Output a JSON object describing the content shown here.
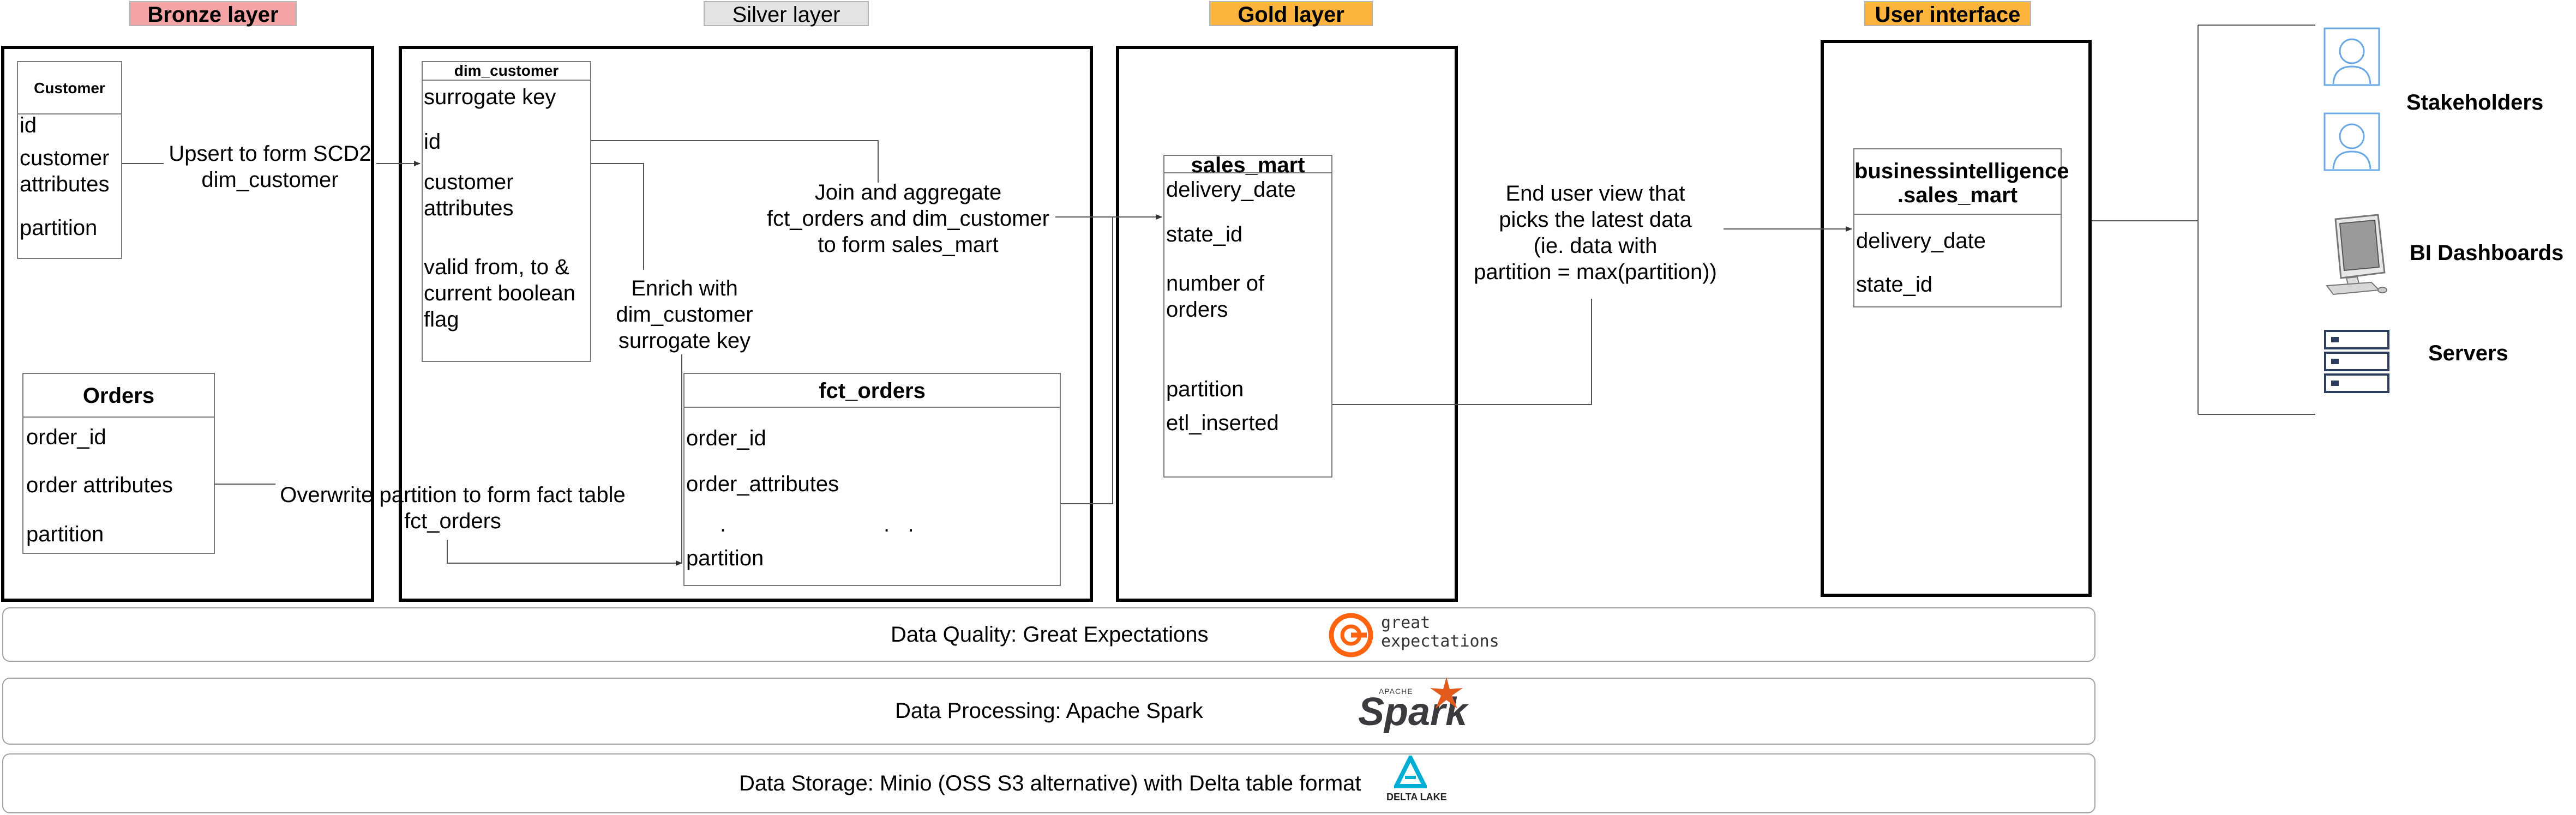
{
  "layers": {
    "bronze": "Bronze layer",
    "silver": "Silver layer",
    "gold": "Gold layer",
    "ui": "User interface"
  },
  "bronze": {
    "customer": {
      "title": "Customer",
      "fields": [
        "id",
        "customer\nattributes",
        "partition"
      ]
    },
    "orders": {
      "title": "Orders",
      "fields": [
        "order_id",
        "order attributes",
        "partition"
      ]
    }
  },
  "silver": {
    "dim_customer": {
      "title": "dim_customer",
      "fields": [
        "surrogate key",
        "id",
        "customer\nattributes",
        "valid from, to &\ncurrent boolean\nflag"
      ]
    },
    "fct_orders": {
      "title": "fct_orders",
      "fields": [
        "order_id",
        "order_attributes",
        ".                          .   .",
        "partition"
      ]
    }
  },
  "gold": {
    "sales_mart": {
      "title": "sales_mart",
      "fields": [
        "delivery_date",
        "state_id",
        "number of\norders",
        "partition",
        "etl_inserted"
      ]
    }
  },
  "ui": {
    "view": {
      "title": "businessintelligence\n.sales_mart",
      "fields": [
        "delivery_date",
        "state_id"
      ]
    }
  },
  "annotations": {
    "upsert": "Upsert to form SCD2\ndim_customer",
    "overwrite": "Overwrite partition to form fact table\nfct_orders",
    "enrich": "Enrich with\ndim_customer\nsurrogate key",
    "join": "Join and aggregate\nfct_orders and dim_customer\nto form sales_mart",
    "enduser": "End user view that\npicks the latest data\n(ie. data with\npartition = max(partition))"
  },
  "consumers": [
    "Stakeholders",
    "BI Dashboards",
    "Servers"
  ],
  "bands": {
    "quality": "Data Quality: Great Expectations",
    "processing": "Data Processing: Apache Spark",
    "storage": "Data Storage: Minio (OSS S3 alternative) with Delta table format"
  },
  "logos": {
    "ge_line1": "great",
    "ge_line2": "expectations",
    "spark_small": "APACHE",
    "spark": "Spark",
    "delta": "DELTA LAKE"
  },
  "colors": {
    "bronze": "#f4a4a4",
    "silver": "#e0e0e0",
    "gold": "#fcb43c",
    "ui": "#fcb43c",
    "ge": "#ff6310",
    "spark": "#e25a1c",
    "delta": "#00add4",
    "icon": "#6aa9e6"
  }
}
